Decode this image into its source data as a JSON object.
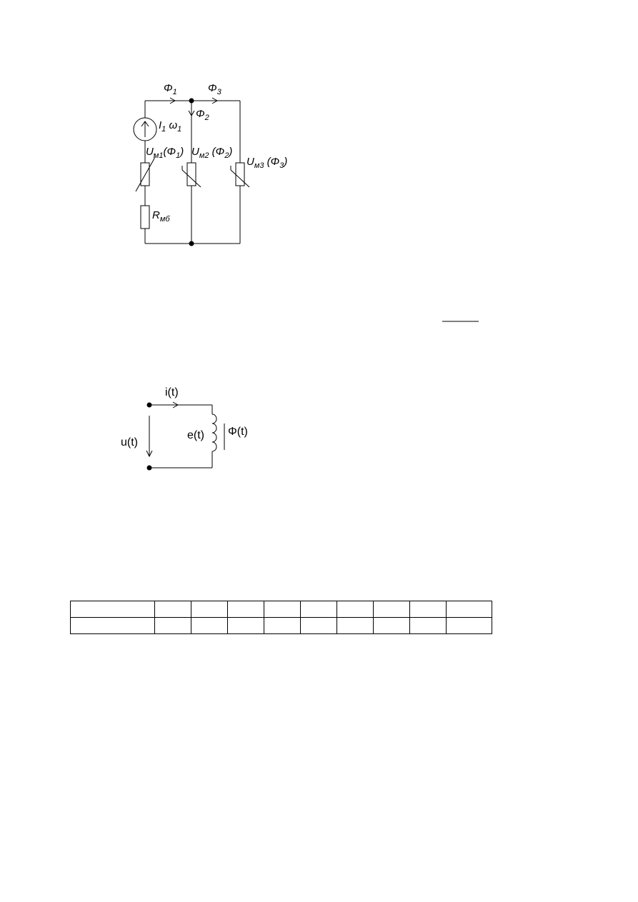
{
  "circuit_1": {
    "flux_1": {
      "main": "Φ",
      "sub": "1"
    },
    "flux_2": {
      "main": "Φ",
      "sub": "2"
    },
    "flux_3": {
      "main": "Φ",
      "sub": "3"
    },
    "mmf_source": {
      "i_main": "I",
      "i_sub": "1",
      "w_main": "ω",
      "w_sub": "1"
    },
    "um1": {
      "u": "U",
      "sub": "м1",
      "args": "(Φ",
      "arg_sub": "1",
      "close": ")"
    },
    "um2": {
      "u": "U",
      "sub": "м2",
      "args": " (Φ",
      "arg_sub": "2",
      "close": ")"
    },
    "um3": {
      "u": "U",
      "sub": "м3",
      "args": " (Φ",
      "arg_sub": "3",
      "close": ")"
    },
    "rmb": {
      "r": "R",
      "sub": "мб"
    }
  },
  "circuit_2": {
    "current": "i(t)",
    "voltage": "u(t)",
    "emf": "e(t)",
    "flux": "Φ(t)"
  },
  "table": {
    "rows": [
      [
        "",
        "",
        "",
        "",
        "",
        "",
        "",
        "",
        "",
        ""
      ],
      [
        "",
        "",
        "",
        "",
        "",
        "",
        "",
        "",
        "",
        ""
      ]
    ]
  }
}
